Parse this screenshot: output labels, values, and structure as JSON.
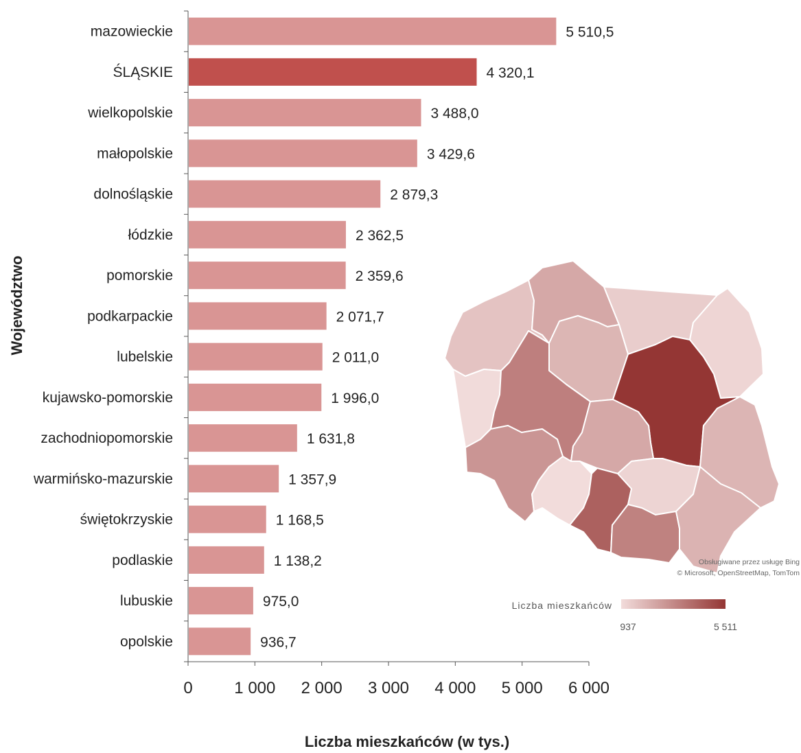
{
  "chart_data": {
    "type": "bar",
    "orientation": "horizontal",
    "ylabel": "Województwo",
    "xlabel": "Liczba mieszkańców (w tys.)",
    "xlim": [
      0,
      6000
    ],
    "xticks": [
      0,
      1000,
      2000,
      3000,
      4000,
      5000,
      6000
    ],
    "xtick_labels": [
      "0",
      "1 000",
      "2 000",
      "3 000",
      "4 000",
      "5 000",
      "6 000"
    ],
    "categories": [
      "mazowieckie",
      "ŚLĄSKIE",
      "wielkopolskie",
      "małopolskie",
      "dolnośląskie",
      "łódzkie",
      "pomorskie",
      "podkarpackie",
      "lubelskie",
      "kujawsko-pomorskie",
      "zachodniopomorskie",
      "warmińsko-mazurskie",
      "świętokrzyskie",
      "podlaskie",
      "lubuskie",
      "opolskie"
    ],
    "values": [
      5510.5,
      4320.1,
      3488.0,
      3429.6,
      2879.3,
      2362.5,
      2359.6,
      2071.7,
      2011.0,
      1996.0,
      1631.8,
      1357.9,
      1168.5,
      1138.2,
      975.0,
      936.7
    ],
    "value_labels": [
      "5 510,5",
      "4 320,1",
      "3 488,0",
      "3 429,6",
      "2 879,3",
      "2 362,5",
      "2 359,6",
      "2 071,7",
      "2 011,0",
      "1 996,0",
      "1 631,8",
      "1 357,9",
      "1 168,5",
      "1 138,2",
      "975,0",
      "936,7"
    ],
    "highlight_category": "ŚLĄSKIE",
    "bar_color": "#d99594",
    "highlight_color": "#c0504d",
    "grid": false
  },
  "map": {
    "legend_title": "Liczba mieszkańców",
    "legend_min": "937",
    "legend_max": "5 511",
    "min_value": 936.7,
    "max_value": 5510.5,
    "color_low": "#f2dcdb",
    "color_high": "#943634",
    "attribution_line1": "Obsługiwane przez usługę Bing",
    "attribution_line2": "© Microsoft, OpenStreetMap, TomTom"
  }
}
